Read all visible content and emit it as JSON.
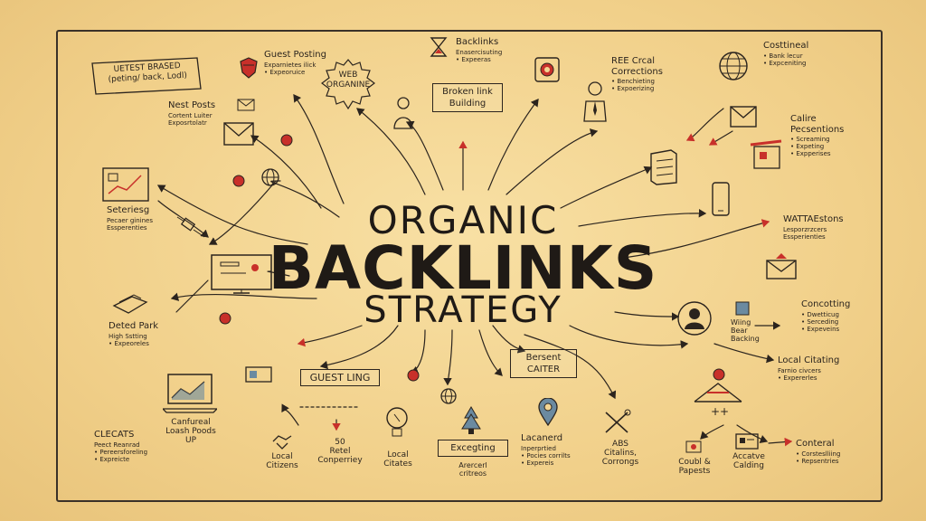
{
  "title": {
    "line1": "ORGANIC",
    "line2": "BACKLINKS",
    "line3": "STRATEGY"
  },
  "tag": "UETEST BRASED\n(peting/ back, Lodl)",
  "stamp": "WEB\nORGANINE",
  "nodes": {
    "guest_posting": {
      "head": "Guest Posting",
      "sub": "Exparnietes ilick\n• Expeoruice"
    },
    "nest_posts": {
      "head": "Nest Posts",
      "sub": "Cortent Luiter\nExposrtolatr"
    },
    "backlinks": {
      "head": "Backlinks",
      "sub": "Enasercisuting\n• Expeeras"
    },
    "broken_link": "Broken link\nBuilding",
    "ree_crcal": {
      "head": "REE Crcal\nCorrections",
      "sub": "• Benchieting\n• Expoerizing"
    },
    "costtineal": {
      "head": "Costtineal",
      "sub": "• Bank lecur\n• Expceniting"
    },
    "calire": {
      "head": "Calire\nPecsentions",
      "sub": "• Screaming\n• Expeting\n• Expperises"
    },
    "seteriesg": {
      "head": "Seteriesg",
      "sub": "Pecaer ginines\nEssperenties"
    },
    "wattastons": {
      "head": "WATTAEstons",
      "sub": "Lesporzrzcers\nEssperienties"
    },
    "deted_park": {
      "head": "Deted Park",
      "sub": "High Sstting\n• Expeoreles"
    },
    "concotting": {
      "head": "Concotting",
      "sub": "• Dwetticug\n• Serceding\n• Expeveins"
    },
    "wiing": "Wiing\nBear\nBacking",
    "local_citating": {
      "head": "Local Citating",
      "sub": "Farnio civcers\n• Expererles"
    },
    "guest_ling": "GUEST LING",
    "bersent": "Bersent\nCAITER",
    "cleats": {
      "head": "CLECATS",
      "sub": "Peect Reanrad\n• Pereersforeling\n• Expreicte"
    },
    "canfural": "Canfureal\nLoash Poods\nUP",
    "local_citizens": "Local\nCitizens",
    "fifty": "50\nRetel\nConperriey",
    "local_citates": "Local\nCitates",
    "exceptiing": {
      "head": "Excegting",
      "sub": "Arercerl\ncritreos"
    },
    "lacanered": {
      "head": "Lacanerd",
      "sub": "Inperprtied\n• Pocies corrilts\n• Expereis"
    },
    "abs": "ABS\nCitalins,\nCorrongs",
    "contral": {
      "head": "Conteral",
      "sub": "• Corsteslliing\n• Repsentries"
    },
    "coubl": "Coubl &\nPapests",
    "accatve": "Accatve\nCalding",
    "plus": "++"
  },
  "colors": {
    "ink": "#2b241e",
    "accent": "#c8302a",
    "paper": "#f3d593"
  },
  "icons": [
    "shield-icon",
    "envelope-icon",
    "hourglass-icon",
    "globe-icon",
    "target-icon",
    "person-icon",
    "businessman-icon",
    "camera-icon",
    "chart-icon",
    "cable-icon",
    "monitor-icon",
    "document-icon",
    "server-icon",
    "phone-icon",
    "laptop-chart-icon",
    "lightbulb-icon",
    "pin-icon",
    "tools-icon",
    "wrench-icon"
  ]
}
